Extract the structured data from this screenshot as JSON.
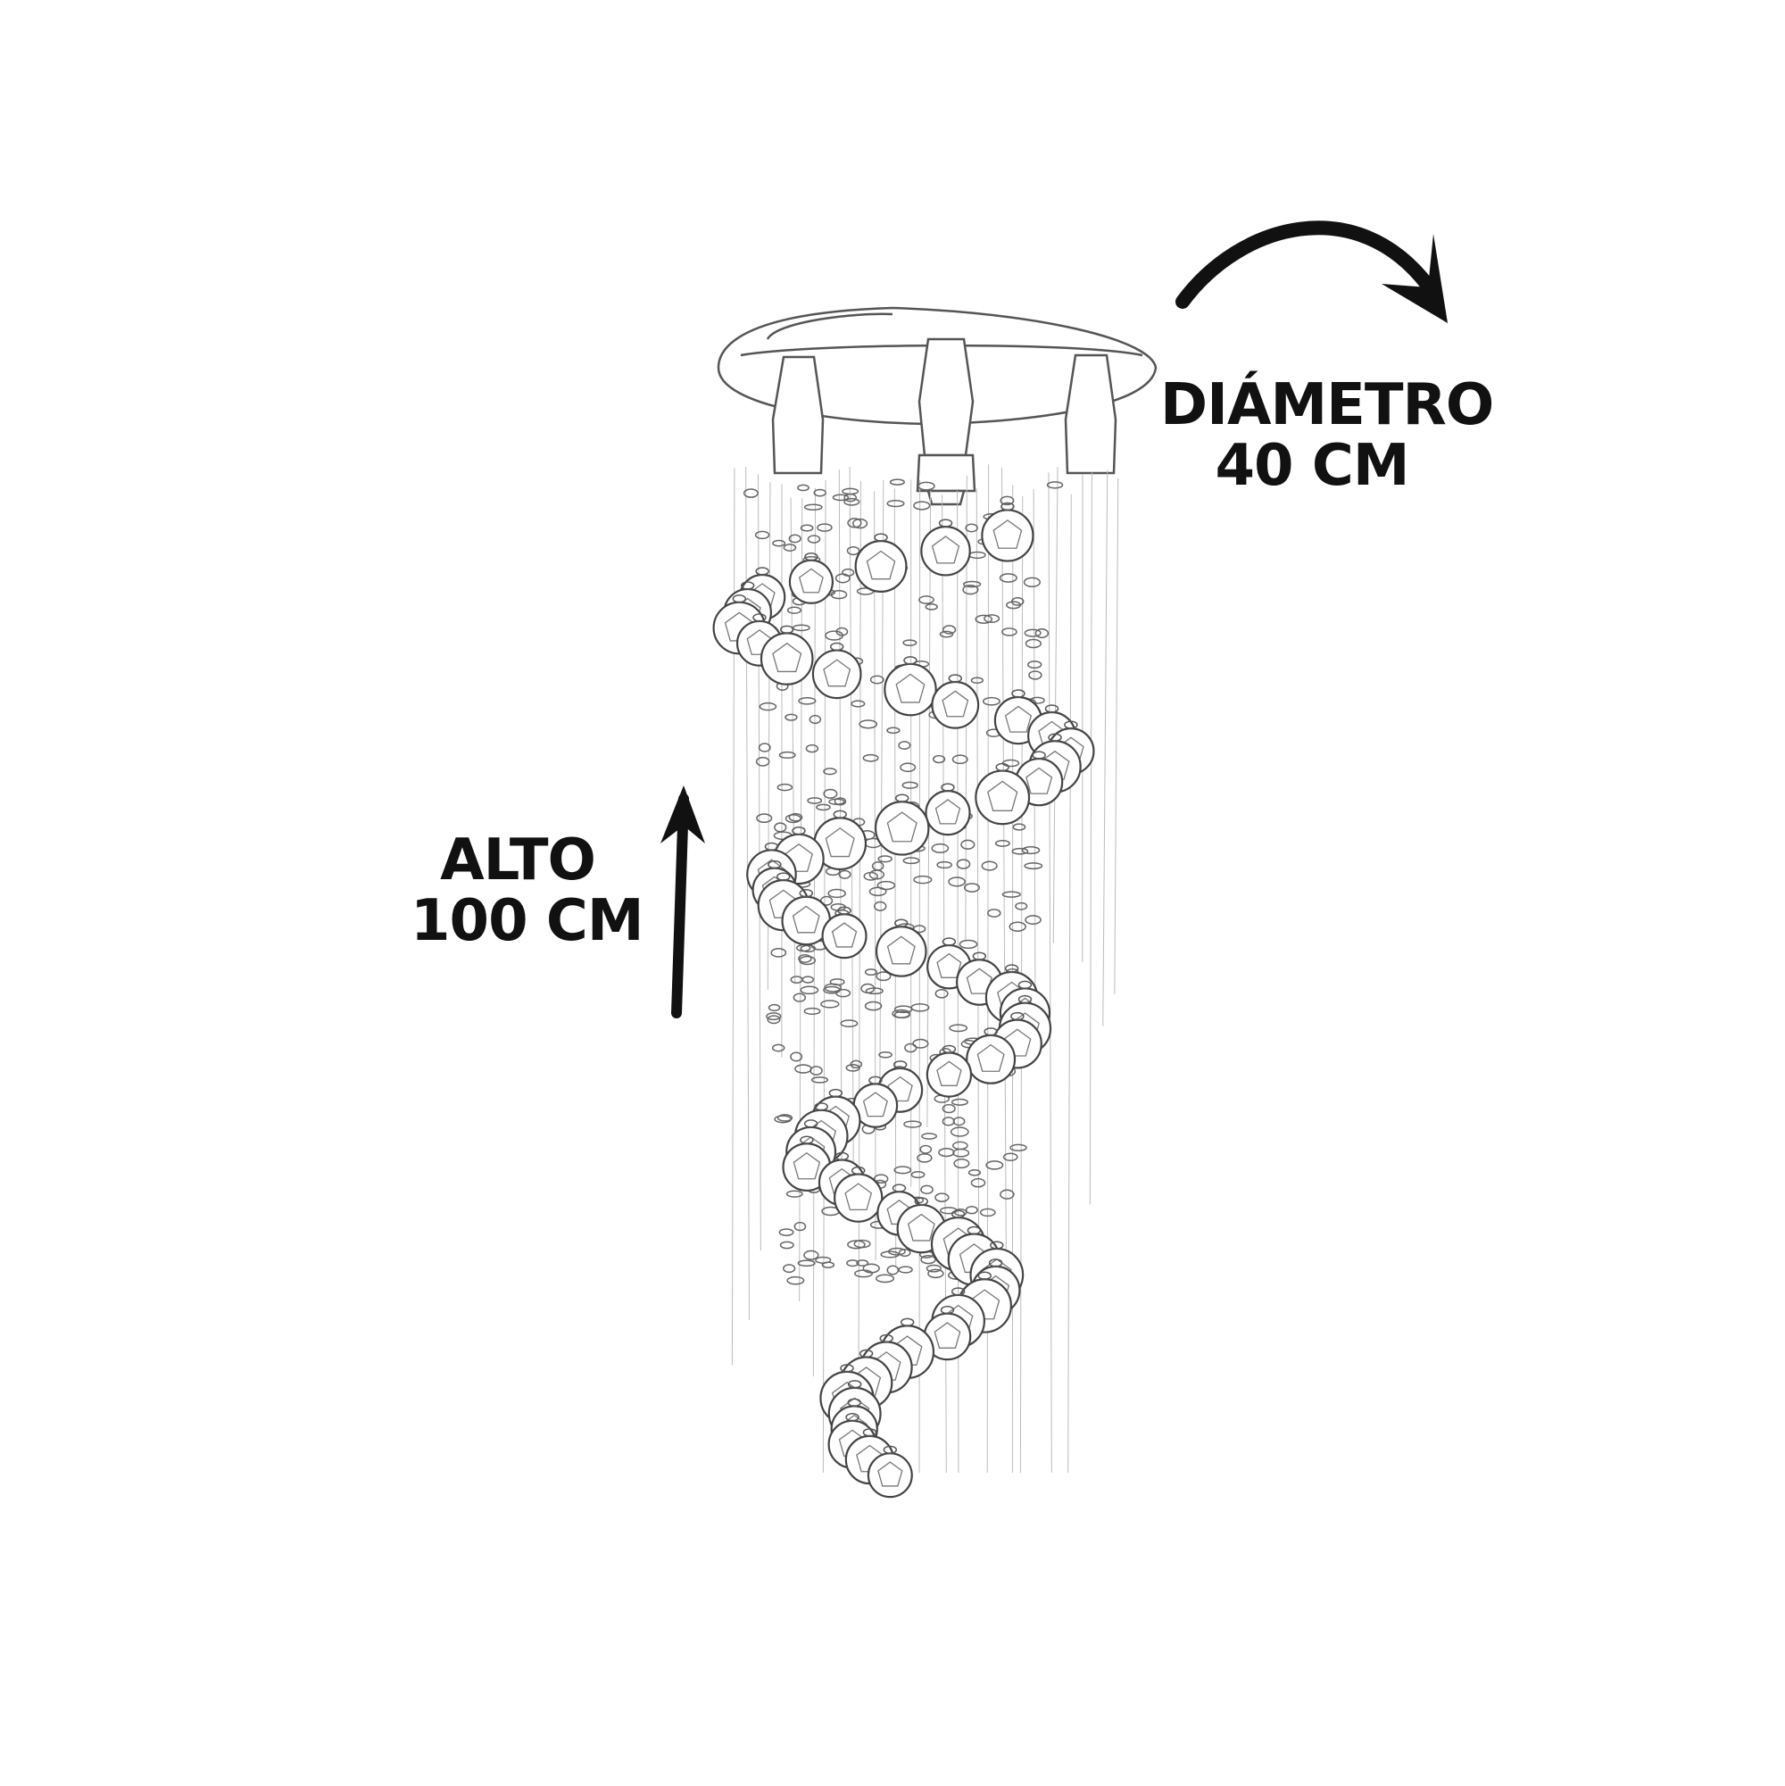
{
  "dimensions": {
    "diameter": {
      "line1": "DIÁMETRO",
      "line2": "40 CM"
    },
    "height": {
      "line1": "ALTO",
      "line2": "100 CM"
    }
  },
  "colors": {
    "ink": "#111111",
    "sketch": "#555555",
    "background": "#ffffff"
  }
}
